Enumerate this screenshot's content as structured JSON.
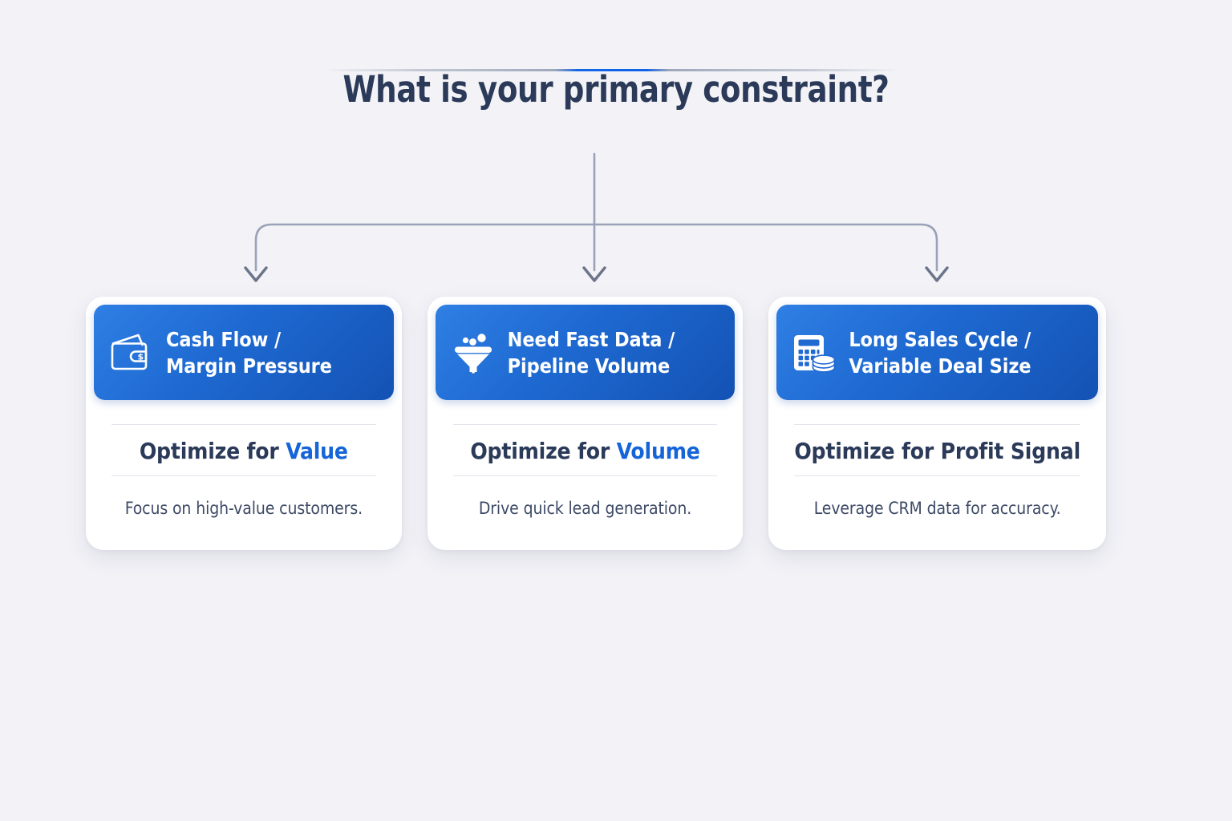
{
  "theme": {
    "background": "#f2f2f7",
    "title_color": "#2b3a59",
    "accent_blue": "#1565d8",
    "header_blue_light": "#2f7fe4",
    "header_blue_dark": "#1452b4",
    "connector_color": "#9ba4b8",
    "divider_color": "#e2e5ec",
    "body_text_color": "#3d4a66",
    "card_background": "#ffffff"
  },
  "header": {
    "title": "What is your primary constraint?"
  },
  "diagram": {
    "type": "decision-tree",
    "root_label": "What is your primary constraint?",
    "branch_count": 3
  },
  "cards": [
    {
      "icon": "wallet-icon",
      "header_line1": "Cash Flow /",
      "header_line2": "Margin Pressure",
      "subtitle_prefix": "Optimize for ",
      "subtitle_accent": "Value",
      "description": "Focus on high-value customers."
    },
    {
      "icon": "funnel-icon",
      "header_line1": "Need Fast Data /",
      "header_line2": "Pipeline Volume",
      "subtitle_prefix": "Optimize for ",
      "subtitle_accent": "Volume",
      "description": "Drive quick lead generation."
    },
    {
      "icon": "calculator-coins-icon",
      "header_line1": "Long Sales Cycle /",
      "header_line2": "Variable Deal Size",
      "subtitle_prefix": "Optimize for Profit Signal",
      "subtitle_accent": "",
      "description": "Leverage CRM data for accuracy."
    }
  ]
}
